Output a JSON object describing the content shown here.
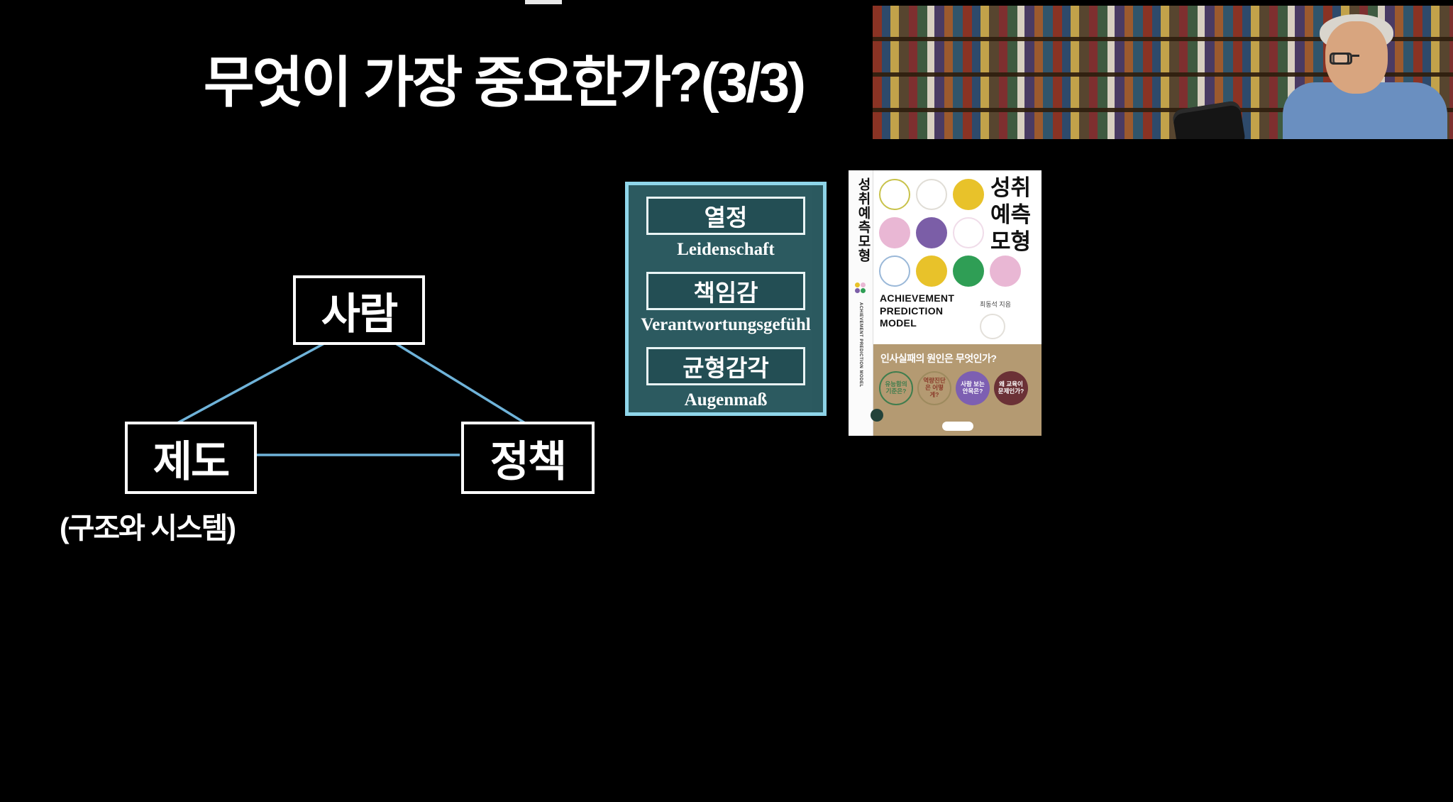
{
  "slide": {
    "title": "무엇이 가장 중요한가?(3/3)",
    "triangle": {
      "top_label": "사람",
      "left_label": "제도",
      "right_label": "정책",
      "left_caption": "(구조와 시스템)"
    },
    "traits": {
      "items": [
        {
          "ko": "열정",
          "de": "Leidenschaft"
        },
        {
          "ko": "책임감",
          "de": "Verantwortungsgefühl"
        },
        {
          "ko": "균형감각",
          "de": "Augenmaß"
        }
      ]
    }
  },
  "book": {
    "title_lines": [
      "성취",
      "예측",
      "모형"
    ],
    "spine_title": "성취예측모형",
    "english_title": "ACHIEVEMENT PREDICTION MODEL",
    "author": "최동석 지음",
    "banner": "인사실패의 원인은 무엇인가?",
    "bubbles": [
      {
        "text": "유능함의 기준은?"
      },
      {
        "text": "역량진단은 어떻게?"
      },
      {
        "text": "사람 보는 안목은?"
      },
      {
        "text": "왜 교육이 문제인가?"
      }
    ]
  },
  "colors": {
    "background": "#000000",
    "triangle_line": "#6fb3d9",
    "panel_border": "#8fd6ea",
    "panel_background": "#2c5a60",
    "panel_box_background": "#234e54",
    "book_bottom_tan": "#b49a72",
    "shirt_blue": "#6a8fc0"
  }
}
